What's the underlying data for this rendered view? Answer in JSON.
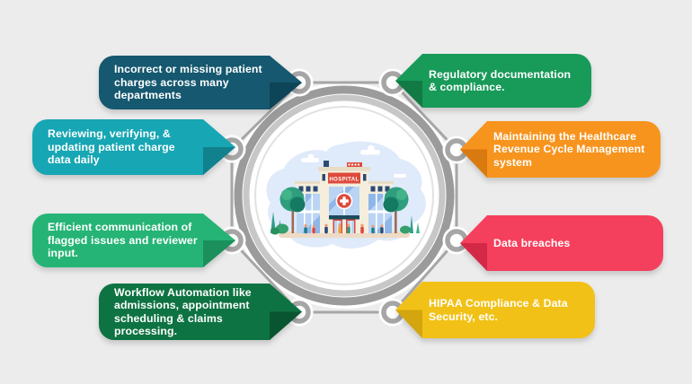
{
  "colors": {
    "background": "#ececec",
    "connector_line": "#a6a6a6",
    "node_ring": "#a6a6a6",
    "hub_ring_dark": "#9b9b9b",
    "hub_ring_light": "#c7c7c7",
    "hub_inner_ring": "#e2e2e2"
  },
  "hub": {
    "illustration": "hospital-building",
    "sign_text": "HOSPITAL"
  },
  "banners": [
    {
      "id": "incorrect-patient-charges",
      "side": "left",
      "color": "#15586f",
      "tip_shade": "#0e4458",
      "text": "Incorrect or missing patient charges across many departments",
      "lines": [
        "Incorrect or missing patient",
        "charges across many",
        "departments"
      ]
    },
    {
      "id": "reviewing-patient-charge-data",
      "side": "left",
      "color": "#17a6b4",
      "tip_shade": "#11818e",
      "text": "Reviewing, verifying, & updating patient charge data daily",
      "lines": [
        "Reviewing, verifying, &",
        "updating patient charge",
        "data daily"
      ]
    },
    {
      "id": "flagged-issues-communication",
      "side": "left",
      "color": "#25b475",
      "tip_shade": "#1b8f5c",
      "text": "Efficient communication of flagged issues and reviewer input.",
      "lines": [
        "Efficient communication of",
        "flagged issues and reviewer",
        "input."
      ]
    },
    {
      "id": "workflow-automation",
      "side": "left",
      "color": "#0e7342",
      "tip_shade": "#0a5531",
      "text": "Workflow Automation like admissions, appointment scheduling & claims processing.",
      "lines": [
        "Workflow Automation like",
        "admissions, appointment",
        "scheduling & claims",
        "processing."
      ]
    },
    {
      "id": "regulatory-documentation",
      "side": "right",
      "color": "#189a59",
      "tip_shade": "#117a45",
      "text": "Regulatory documentation & compliance.",
      "lines": [
        "Regulatory documentation",
        "& compliance."
      ]
    },
    {
      "id": "revenue-cycle-management",
      "side": "right",
      "color": "#f7941e",
      "tip_shade": "#d97a10",
      "text": "Maintaining the Healthcare Revenue Cycle Management system",
      "lines": [
        "Maintaining the Healthcare",
        "Revenue Cycle Management",
        "system"
      ]
    },
    {
      "id": "data-breaches",
      "side": "right",
      "color": "#f5405d",
      "tip_shade": "#d32846",
      "text": "Data breaches",
      "lines": [
        "Data breaches"
      ]
    },
    {
      "id": "hipaa-compliance",
      "side": "right",
      "color": "#f2c117",
      "tip_shade": "#d3a50e",
      "text": "HIPAA Compliance & Data Security, etc.",
      "lines": [
        "HIPAA Compliance & Data",
        "Security, etc."
      ]
    }
  ]
}
